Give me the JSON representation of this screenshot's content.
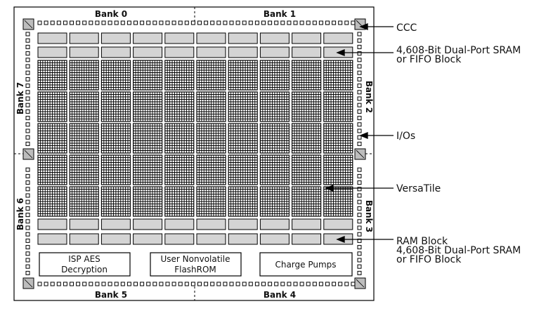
{
  "banks": {
    "bank0": "Bank 0",
    "bank1": "Bank 1",
    "bank2": "Bank 2",
    "bank3": "Bank 3",
    "bank4": "Bank 4",
    "bank5": "Bank 5",
    "bank6": "Bank 6",
    "bank7": "Bank 7"
  },
  "blocks": {
    "isp_line1": "ISP AES",
    "isp_line2": "Decryption",
    "flash_line1": "User Nonvolatile",
    "flash_line2": "FlashROM",
    "charge_pumps": "Charge Pumps"
  },
  "callouts": {
    "ccc": "CCC",
    "sram_top_line1": "4,608-Bit Dual-Port SRAM",
    "sram_top_line2": "or FIFO Block",
    "ios": "I/Os",
    "versatile": "VersaTile",
    "ram_block": "RAM Block",
    "sram_bottom_line1": "4,608-Bit Dual-Port SRAM",
    "sram_bottom_line2": "or FIFO Block"
  },
  "colors": {
    "ram_fill": "#d4d4d4",
    "ccc_fill": "#bdbdbd",
    "line": "#000000"
  }
}
